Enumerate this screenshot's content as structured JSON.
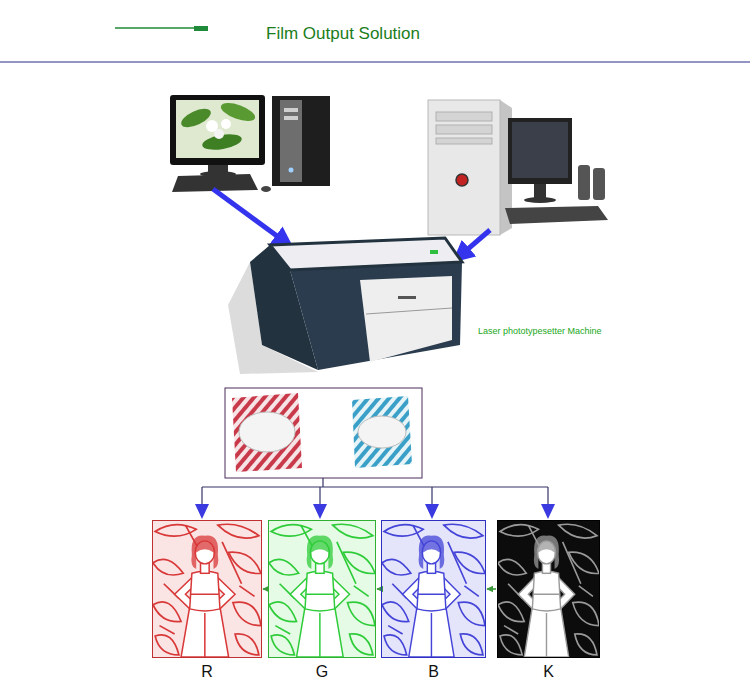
{
  "diagram": {
    "title": "Film Output Solution",
    "nodes": [
      {
        "text": [
          "Laser phototypesetter Machine"
        ]
      },
      {
        "text": [
          "R"
        ]
      },
      {
        "text": [
          "G"
        ]
      },
      {
        "text": [
          "B"
        ]
      },
      {
        "text": [
          "K"
        ]
      }
    ],
    "edges": [
      {
        "from": 4,
        "to": 3,
        "arrow": "to"
      },
      {
        "from": 3,
        "to": 2,
        "arrow": "to"
      },
      {
        "from": 2,
        "to": 1,
        "arrow": "to"
      }
    ]
  }
}
